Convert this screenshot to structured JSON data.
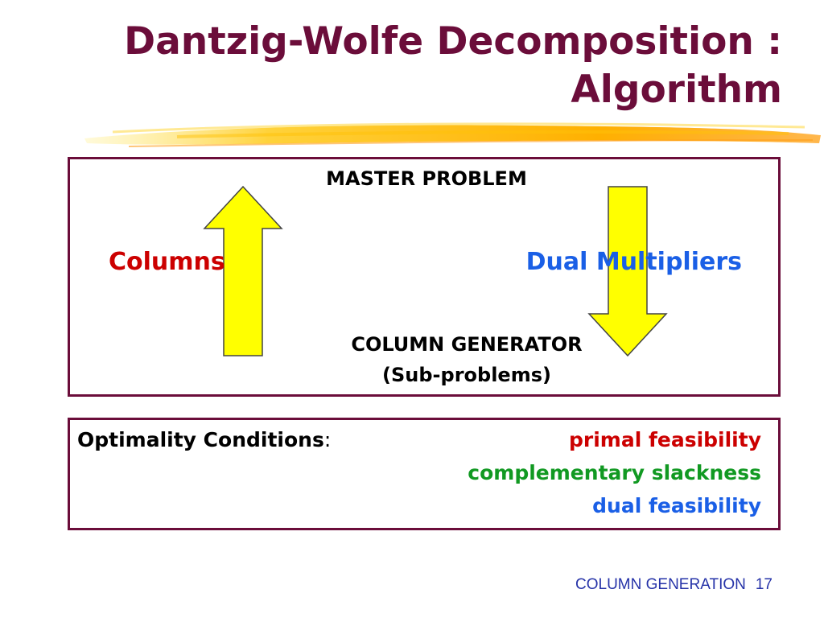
{
  "title": {
    "line1": "Dantzig-Wolfe Decomposition :",
    "line2": "Algorithm"
  },
  "diagram": {
    "master_problem": "MASTER PROBLEM",
    "columns_label": "Columns",
    "dual_multipliers_label": "Dual Multipliers",
    "column_generator": "COLUMN GENERATOR",
    "sub_problems": "(Sub-problems)"
  },
  "optimality": {
    "label": "Optimality Conditions",
    "colon": ":",
    "conditions": [
      "primal feasibility",
      "complementary slackness",
      "dual feasibility"
    ]
  },
  "footer": {
    "label": "COLUMN GENERATION",
    "page": "17"
  },
  "colors": {
    "title": "#6b0d3a",
    "border": "#6b0d3a",
    "arrow_fill": "#ffff00",
    "columns": "#cc0000",
    "dual_multipliers": "#1a5fe6",
    "primal_feasibility": "#cc0000",
    "complementary_slackness": "#119922",
    "dual_feasibility": "#1a5fe6",
    "footer": "#2633a8"
  },
  "icons": {
    "up_arrow": "arrow-up-icon",
    "down_arrow": "arrow-down-icon"
  }
}
